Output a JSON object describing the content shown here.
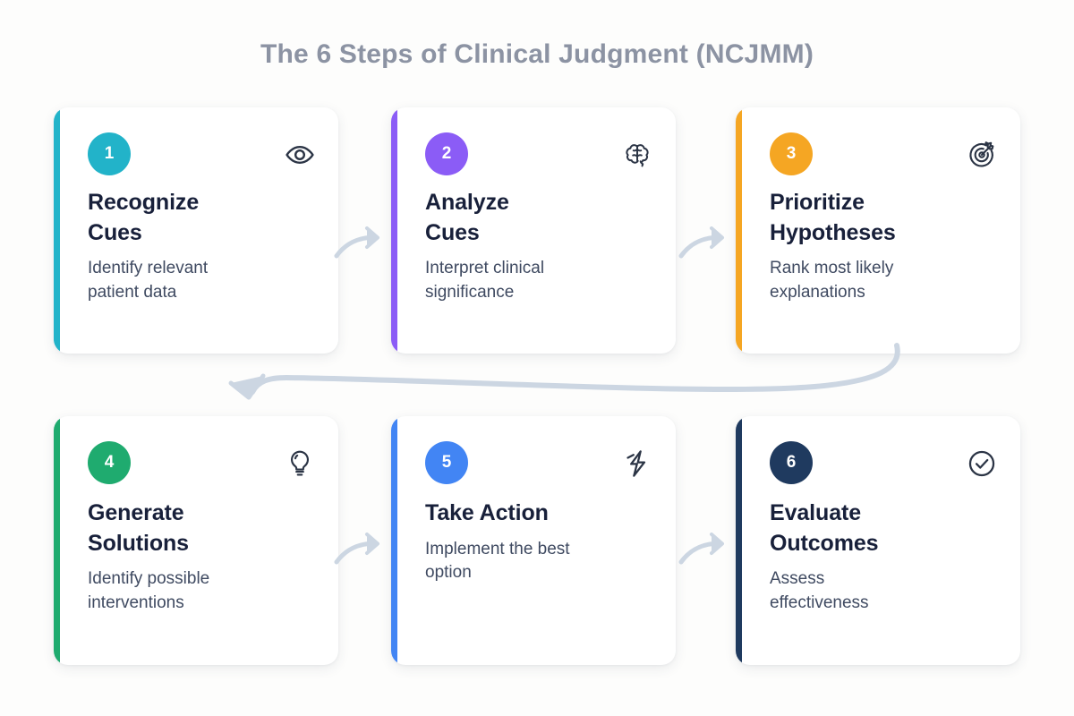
{
  "page": {
    "title": "The 6 Steps of Clinical Judgment (NCJMM)",
    "background_color": "#fdfdfc",
    "title_color": "#8c93a3",
    "connector_color": "#ccd6e2"
  },
  "steps": [
    {
      "number": "1",
      "title": "Recognize\nCues",
      "description": "Identify relevant\npatient data",
      "icon": "eye-icon",
      "accent_color": "#22b3c9"
    },
    {
      "number": "2",
      "title": "Analyze\nCues",
      "description": "Interpret clinical\nsignificance",
      "icon": "brain-icon",
      "accent_color": "#8b5cf6"
    },
    {
      "number": "3",
      "title": "Prioritize\nHypotheses",
      "description": "Rank most likely\nexplanations",
      "icon": "target-icon",
      "accent_color": "#f5a623"
    },
    {
      "number": "4",
      "title": "Generate\nSolutions",
      "description": "Identify possible\ninterventions",
      "icon": "lightbulb-icon",
      "accent_color": "#1fab6f"
    },
    {
      "number": "5",
      "title": "Take Action",
      "description": "Implement the best\noption",
      "icon": "lightning-bolt-icon",
      "accent_color": "#4285f4"
    },
    {
      "number": "6",
      "title": "Evaluate\nOutcomes",
      "description": "Assess\neffectiveness",
      "icon": "check-circle-icon",
      "accent_color": "#1f3a5f"
    }
  ],
  "connectors": [
    {
      "name": "arrow-step1-to-step2",
      "type": "curved-arrow-right"
    },
    {
      "name": "arrow-step2-to-step3",
      "type": "curved-arrow-right"
    },
    {
      "name": "arrow-step3-to-step4",
      "type": "wrap-around-arrow-left"
    },
    {
      "name": "arrow-step4-to-step5",
      "type": "curved-arrow-right"
    },
    {
      "name": "arrow-step5-to-step6",
      "type": "curved-arrow-right"
    }
  ]
}
